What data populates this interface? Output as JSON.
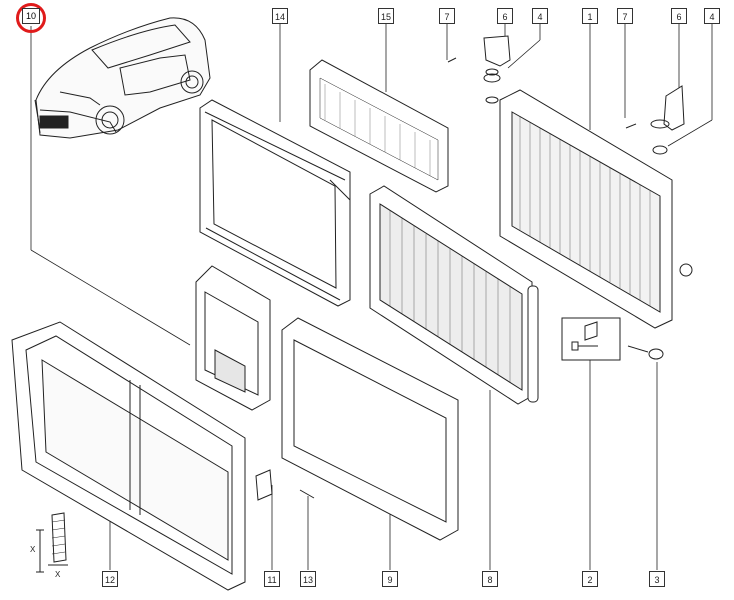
{
  "callouts": {
    "p10": "10",
    "p14": "14",
    "p15": "15",
    "p7a": "7",
    "p6a": "6",
    "p4a": "4",
    "p1": "1",
    "p7b": "7",
    "p6b": "6",
    "p4b": "4",
    "p12": "12",
    "p11": "11",
    "p13": "13",
    "p9": "9",
    "p8": "8",
    "p2": "2",
    "p3": "3"
  },
  "highlight": {
    "part": "10",
    "color": "#e01b1b"
  },
  "dimension_labels": {
    "x1": "X",
    "x2": "X"
  }
}
